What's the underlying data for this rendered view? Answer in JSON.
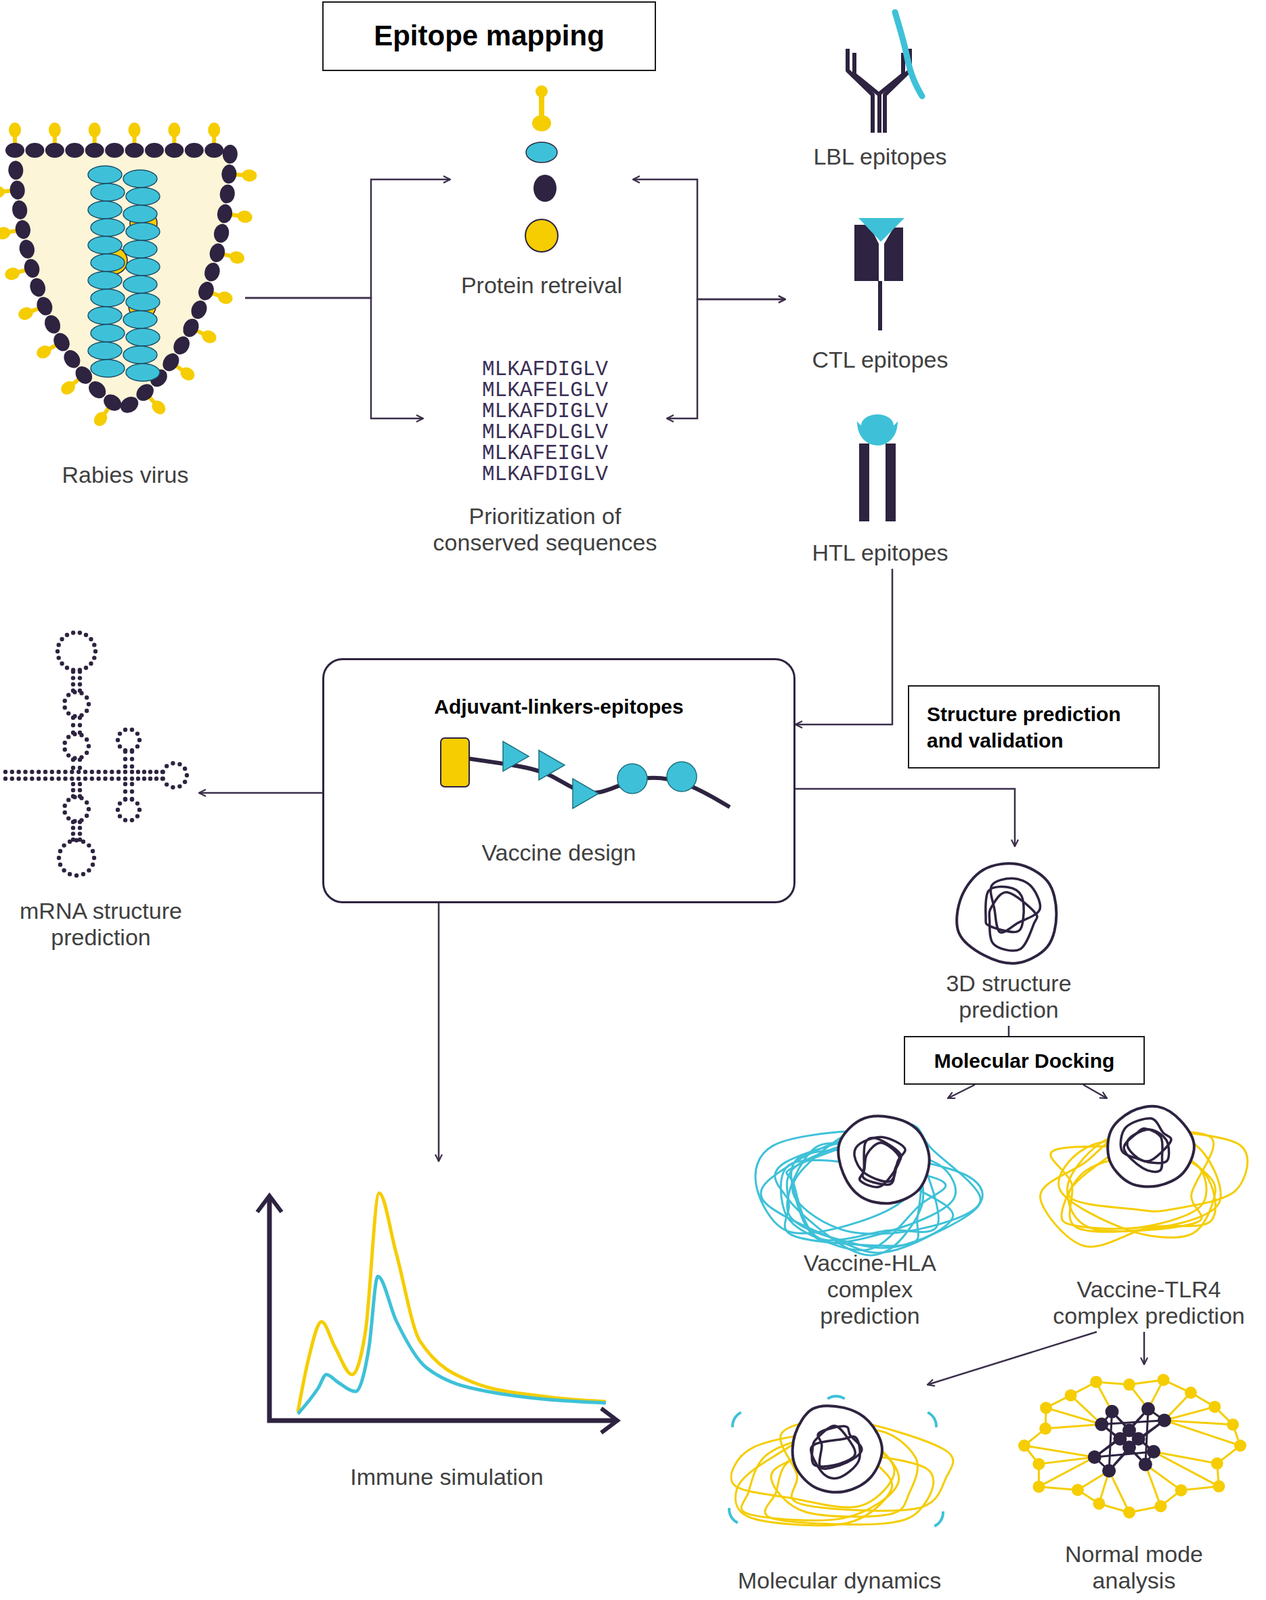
{
  "diagram": {
    "nodes": [
      {
        "text": [
          "Epitope mapping"
        ]
      },
      {
        "text": [
          "Rabies virus"
        ]
      },
      {
        "text": [
          "Protein retreival"
        ]
      },
      {
        "text": [
          "Prioritization of conserved sequences"
        ]
      },
      {
        "text": [
          "LBL epitopes"
        ]
      },
      {
        "text": [
          "CTL epitopes"
        ]
      },
      {
        "text": [
          "HTL epitopes"
        ]
      },
      {
        "text": [
          "Structure prediction and validation"
        ]
      },
      {
        "text": [
          "Adjuvant-linkers-epitopes",
          "Vaccine design"
        ]
      },
      {
        "text": [
          "mRNA structure prediction"
        ]
      },
      {
        "text": [
          "3D structure prediction"
        ]
      },
      {
        "text": [
          "Molecular Docking"
        ]
      },
      {
        "text": [
          "Vaccine-HLA complex prediction"
        ]
      },
      {
        "text": [
          "Vaccine-TLR4 complex prediction"
        ]
      },
      {
        "text": [
          "Immune simulation"
        ]
      },
      {
        "text": [
          "Molecular dynamics"
        ]
      },
      {
        "text": [
          "Normal mode analysis"
        ]
      }
    ],
    "edges": [
      {
        "from": 1,
        "to": 2,
        "arrow": "to"
      },
      {
        "from": 1,
        "to": 3,
        "arrow": "to"
      },
      {
        "from": 2,
        "to": 5,
        "arrow": "both"
      },
      {
        "from": 3,
        "to": 5,
        "arrow": "both"
      },
      {
        "from": 6,
        "to": 8,
        "arrow": "to"
      },
      {
        "from": 8,
        "to": 9,
        "arrow": "to"
      },
      {
        "from": 8,
        "to": 10,
        "arrow": "to"
      },
      {
        "from": 8,
        "to": 14,
        "arrow": "to"
      },
      {
        "from": 10,
        "to": 11,
        "arrow": "none"
      },
      {
        "from": 11,
        "to": 12,
        "arrow": "to"
      },
      {
        "from": 11,
        "to": 13,
        "arrow": "to"
      },
      {
        "from": 13,
        "to": 15,
        "arrow": "to"
      },
      {
        "from": 13,
        "to": 16,
        "arrow": "to"
      }
    ],
    "labels": [
      "MLKAFDIGLV",
      "MLKAFELGLV",
      "MLKAFDIGLV",
      "MLKAFDLGLV",
      "MLKAFEIGLV",
      "MLKAFDIGLV"
    ]
  }
}
